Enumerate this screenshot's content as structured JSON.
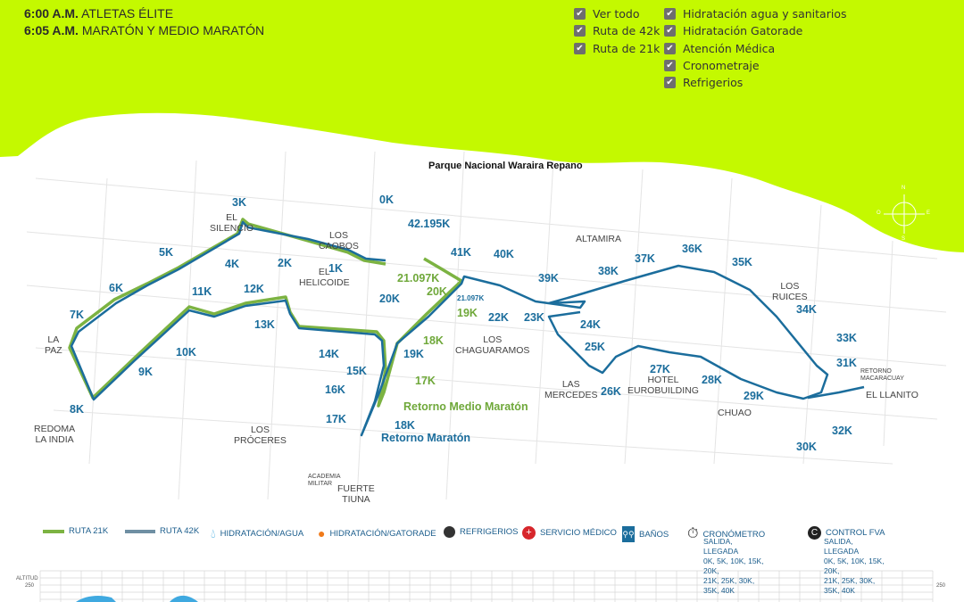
{
  "schedule": [
    {
      "time": "6:00 A.M.",
      "text": "ATLETAS ÉLITE"
    },
    {
      "time": "6:05 A.M.",
      "text": "MARATÓN Y MEDIO MARATÓN"
    }
  ],
  "filters": {
    "col1": [
      "Ver todo",
      "Ruta de 42k",
      "Ruta de 21k"
    ],
    "col2": [
      "Hidratación agua y sanitarios",
      "Hidratación Gatorade",
      "Atención Médica",
      "Cronometraje",
      "Refrigerios"
    ]
  },
  "park_label": "Parque Nacional Waraira Repano",
  "markers": [
    "0K",
    "1K",
    "2K",
    "3K",
    "4K",
    "5K",
    "6K",
    "7K",
    "8K",
    "9K",
    "10K",
    "11K",
    "12K",
    "13K",
    "14K",
    "15K",
    "16K",
    "17K",
    "17K",
    "18K",
    "18K",
    "19K",
    "19K",
    "20K",
    "20K",
    "21.097K",
    "21.097K",
    "22K",
    "23K",
    "24K",
    "25K",
    "26K",
    "27K",
    "28K",
    "29K",
    "30K",
    "31K",
    "32K",
    "33K",
    "34K",
    "35K",
    "36K",
    "37K",
    "38K",
    "39K",
    "40K",
    "41K",
    "42.195K"
  ],
  "places": [
    "EL\nSILENCIO",
    "LOS\nCAOBOS",
    "EL\nHELICOIDE",
    "LA\nPAZ",
    "REDOMA\nLA INDIA",
    "LOS\nPRÓCERES",
    "ACADEMIA\nMILITAR",
    "FUERTE\nTIUNA",
    "LOS\nCHAGUARAMOS",
    "ALTAMIRA",
    "LOS\nRUICES",
    "LAS\nMERCEDES",
    "HOTEL\nEUROBUILDING",
    "CHUAO",
    "EL LLANITO",
    "RETORNO\nMACARACUAY"
  ],
  "returns": {
    "half": "Retorno Medio Maratón",
    "full": "Retorno Maratón"
  },
  "legend": {
    "route21": "RUTA 21K",
    "route42": "RUTA 42K",
    "water": "HIDRATACIÓN/AGUA",
    "gatorade": "HIDRATACIÓN/GATORADE",
    "snacks": "REFRIGERIOS",
    "medical": "SERVICIO MÉDICO",
    "toilets": "BAÑOS",
    "chrono": "CRONÓMETRO",
    "chrono_sub": "SALIDA, LLEGADA\n0K, 5K, 10K, 15K, 20K,\n21K, 25K, 30K, 35K, 40K",
    "fva": "CONTROL FVA",
    "fva_sub": "SALIDA, LLEGADA\n0K, 5K, 10K, 15K, 20K,\n21K, 25K, 30K, 35K, 40K"
  },
  "altitude": {
    "label": "ALTITUD",
    "tick": "250"
  },
  "compass": {
    "n": "N",
    "s": "S",
    "e": "E",
    "w": "O"
  },
  "colors": {
    "lime": "#c4f900",
    "route42": "#1b6d9c",
    "route21": "#7cb342",
    "water": "#3fa9e0",
    "gatorade": "#f07a1a",
    "medical": "#d7262b"
  }
}
